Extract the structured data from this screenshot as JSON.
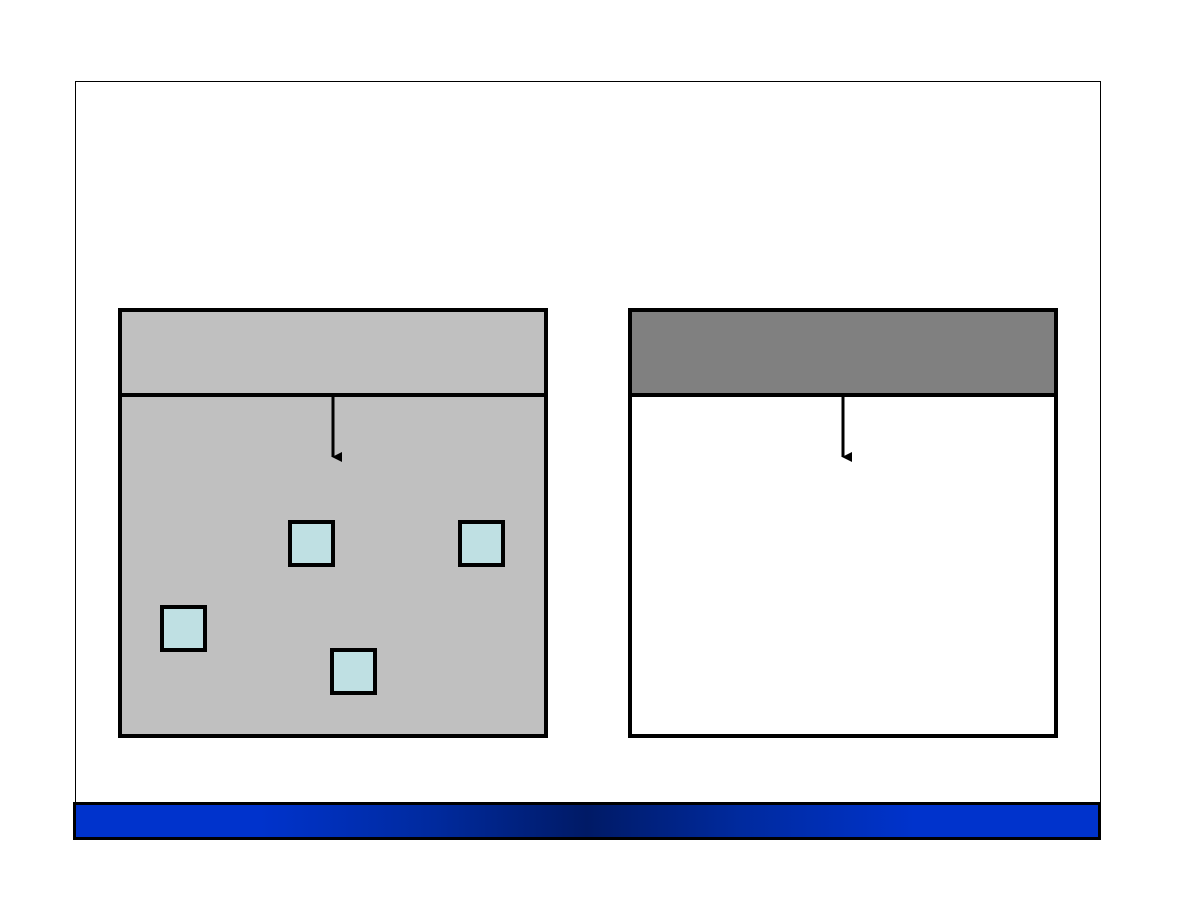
{
  "colors": {
    "left_panel_header": "#c0c0c0",
    "left_panel_body": "#c0c0c0",
    "right_panel_header": "#808080",
    "right_panel_body": "#ffffff",
    "small_box_fill": "#bfe0e3",
    "outline": "#000000",
    "bottom_bar_accent": "#0033cc"
  },
  "panels": [
    {
      "id": "left",
      "header_text": "",
      "body_text": "",
      "small_box_count": 4
    },
    {
      "id": "right",
      "header_text": "",
      "body_text": "",
      "small_box_count": 0
    }
  ]
}
